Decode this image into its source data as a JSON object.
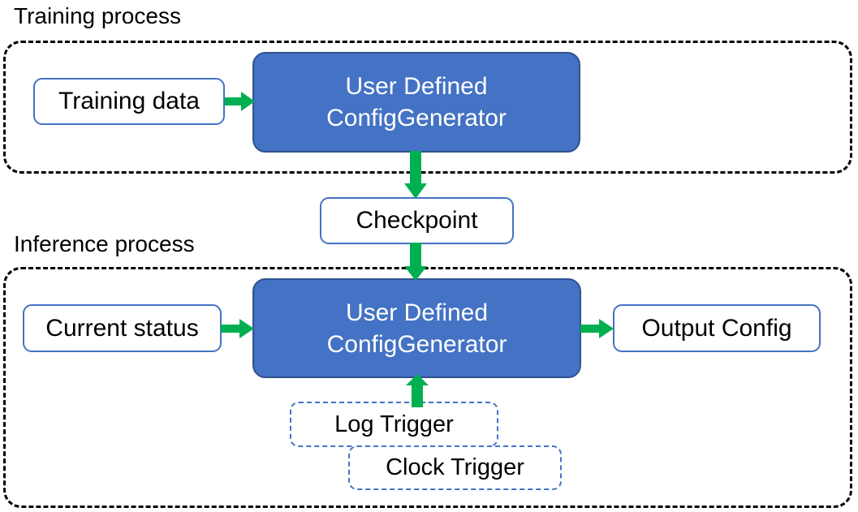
{
  "diagram": {
    "title_training": "Training process",
    "title_inference": "Inference process",
    "accent_blue": "#4472C4",
    "accent_blue_dark": "#2F528F",
    "accent_green": "#00B050",
    "outline_black": "#000000"
  },
  "training": {
    "label": "Training process",
    "nodes": {
      "training_data": "Training data",
      "generator_line1": "User Defined",
      "generator_line2": "ConfigGenerator"
    }
  },
  "bridge": {
    "checkpoint": "Checkpoint"
  },
  "inference": {
    "label": "Inference process",
    "nodes": {
      "current_status": "Current status",
      "generator_line1": "User Defined",
      "generator_line2": "ConfigGenerator",
      "output_config": "Output Config",
      "log_trigger": "Log Trigger",
      "clock_trigger": "Clock Trigger"
    }
  },
  "edges": [
    {
      "id": "training-data-to-generator",
      "from": "Training data",
      "to": "User Defined ConfigGenerator",
      "direction": "right"
    },
    {
      "id": "generator-to-checkpoint",
      "from": "User Defined ConfigGenerator",
      "to": "Checkpoint",
      "direction": "down"
    },
    {
      "id": "checkpoint-to-generator",
      "from": "Checkpoint",
      "to": "User Defined ConfigGenerator",
      "direction": "down"
    },
    {
      "id": "current-status-to-generator",
      "from": "Current status",
      "to": "User Defined ConfigGenerator",
      "direction": "right"
    },
    {
      "id": "generator-to-output-config",
      "from": "User Defined ConfigGenerator",
      "to": "Output Config",
      "direction": "right"
    },
    {
      "id": "triggers-to-generator",
      "from": "Log Trigger / Clock Trigger",
      "to": "User Defined ConfigGenerator",
      "direction": "up"
    }
  ]
}
